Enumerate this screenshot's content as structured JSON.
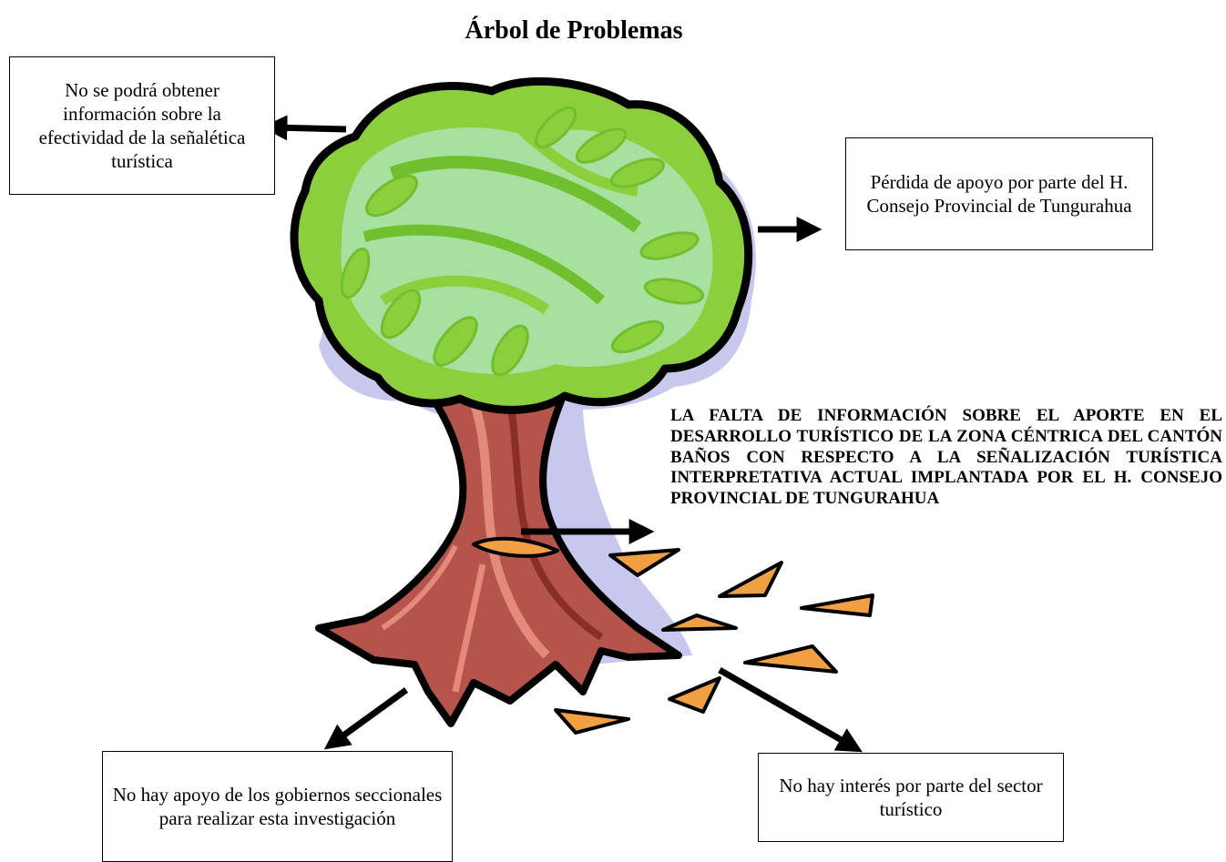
{
  "title": "Árbol de Problemas",
  "effects": {
    "top_left": "No se podrá obtener información sobre la efectividad de la señalética turística",
    "right": "Pérdida de apoyo por parte del H. Consejo Provincial de Tungurahua"
  },
  "central_problem": "LA FALTA DE INFORMACIÓN SOBRE EL APORTE EN EL DESARROLLO TURÍSTICO DE LA ZONA CÉNTRICA DEL CANTÓN BAÑOS CON RESPECTO A LA SEÑALIZACIÓN TURÍSTICA INTERPRETATIVA ACTUAL IMPLANTADA POR EL H. CONSEJO PROVINCIAL DE TUNGURAHUA",
  "causes": {
    "bottom_left": "No hay apoyo de los gobiernos seccionales para realizar esta investigación",
    "bottom_right": "No hay interés por parte del sector turístico"
  },
  "colors": {
    "canopy_outer": "#8ccf3d",
    "canopy_inner": "#a8e0a0",
    "leaf_dark": "#6fbf2e",
    "trunk": "#b5544a",
    "trunk_light": "#e48a7c",
    "trunk_dark": "#8a2f28",
    "shadow": "#c8c8ee",
    "fallen_leaf": "#f0a040"
  }
}
